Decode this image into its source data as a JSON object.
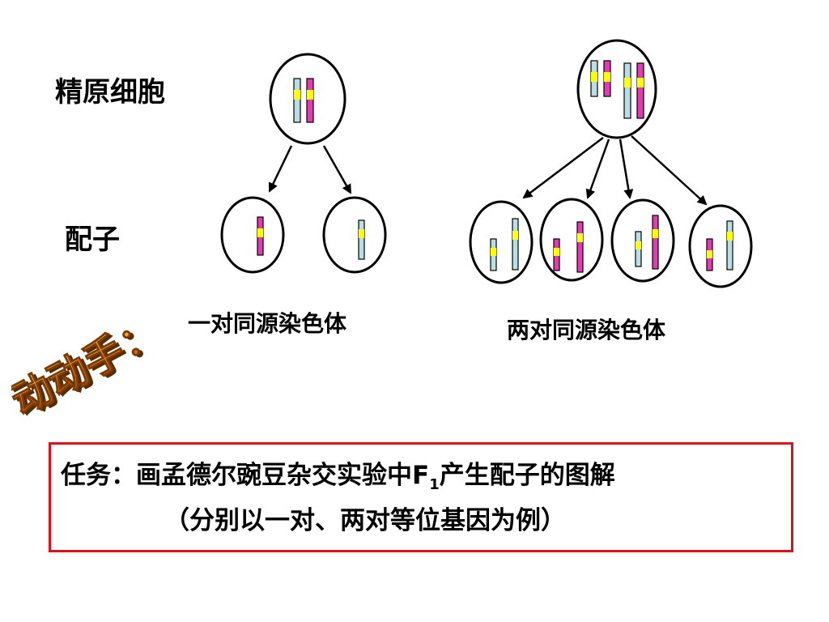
{
  "labels": {
    "spermatogonium": "精原细胞",
    "gamete": "配子",
    "one_pair": "一对同源染色体",
    "two_pairs": "两对同源染色体"
  },
  "badge": {
    "text": "动动手："
  },
  "task": {
    "line1_pre": "任务：画孟德尔豌豆杂交实验中F",
    "line1_sub": "1",
    "line1_post": "产生配子的图解",
    "line2": "（分别以一对、两对等位基因为例）"
  },
  "colors": {
    "chromosome_blue": "#b9dfe4",
    "chromosome_magenta": "#e53ab4",
    "gene_band": "#ffff00",
    "task_border": "#e0101a",
    "badge_orange": "#e8820c"
  }
}
